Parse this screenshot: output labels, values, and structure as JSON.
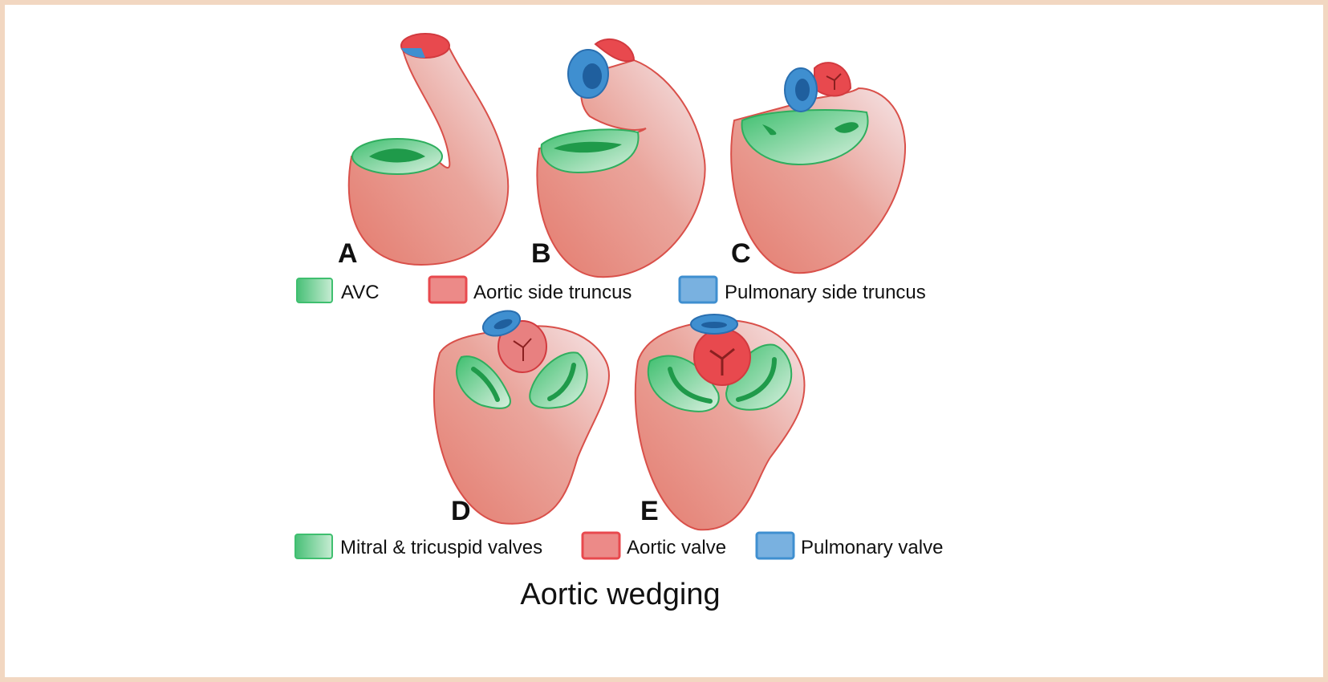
{
  "panels": [
    "A",
    "B",
    "C",
    "D",
    "E"
  ],
  "legend_top": [
    {
      "label": "AVC",
      "color": "#4fc37a"
    },
    {
      "label": "Aortic side truncus",
      "color": "#e8494e"
    },
    {
      "label": "Pulmonary side truncus",
      "color": "#3f8fd0"
    }
  ],
  "legend_bottom": [
    {
      "label": "Mitral & tricuspid valves",
      "color": "#4fc37a"
    },
    {
      "label": "Aortic valve",
      "color": "#e8494e"
    },
    {
      "label": "Pulmonary valve",
      "color": "#3f8fd0"
    }
  ],
  "title": "Aortic wedging"
}
